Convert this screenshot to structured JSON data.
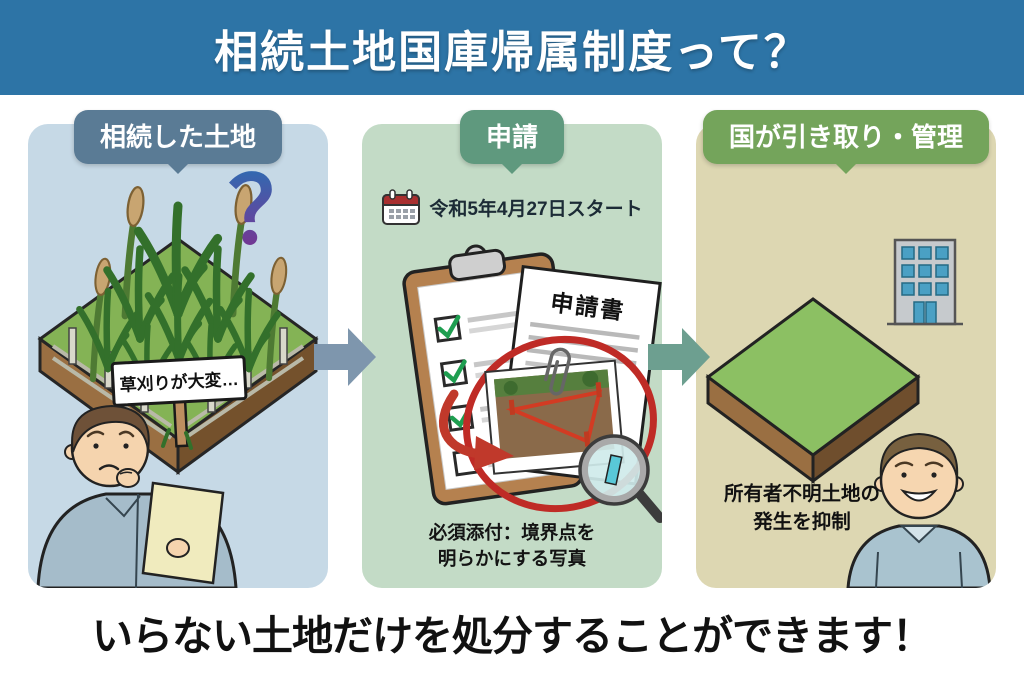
{
  "header": {
    "title": "相続土地国庫帰属制度って？"
  },
  "panels": [
    {
      "label": "相続した土地",
      "question_mark": "？",
      "sign_text": "草刈りが大変…"
    },
    {
      "label": "申請",
      "start_date": "令和5年4月27日スタート",
      "document_title": "申請書",
      "caption_line1": "必須添付：境界点を",
      "caption_line2": "明らかにする写真"
    },
    {
      "label": "国が引き取り・管理",
      "caption_line1": "所有者不明土地の",
      "caption_line2": "発生を抑制"
    }
  ],
  "footer": {
    "message": "いらない土地だけを処分することができます！"
  },
  "icons": {
    "calendar": "calendar-icon",
    "question": "question-mark-icon",
    "magnifier": "magnifier-icon",
    "paperclip": "paperclip-icon",
    "building": "government-building-icon",
    "arrow": "flow-arrow-icon"
  },
  "colors": {
    "header_bg": "#2d74a6",
    "panel1_bg": "#c6d9e6",
    "panel1_badge": "#5a7b95",
    "panel2_bg": "#c3dbc6",
    "panel2_badge": "#5f997e",
    "panel3_bg": "#ddd7b2",
    "panel3_badge": "#74a45b",
    "arrow1": "#7e96ad",
    "arrow2": "#6d9f90",
    "accent_red": "#c0392b",
    "footer_text": "#111111"
  }
}
